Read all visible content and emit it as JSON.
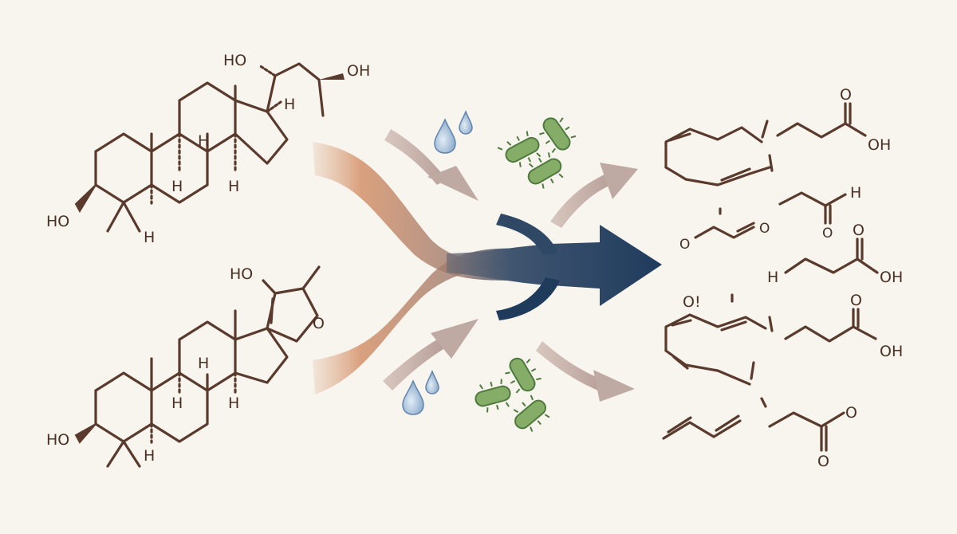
{
  "colors": {
    "background": "#f8f5ee",
    "bond": "#5a3a2c",
    "flow_orange": "#c9774a",
    "flow_navy": "#1f3b5c",
    "side_arrow": "#bfa9a3",
    "water": "#7ea0c4",
    "bacteria": "#7fa663"
  },
  "left_top": {
    "ho_ring": "HO",
    "ho_side1": "HO",
    "oh_side2": "OH",
    "h_side": "H",
    "h_b": "H",
    "h_c": "H",
    "h_d": "H",
    "h_e": "H"
  },
  "left_bottom": {
    "ho_ring": "HO",
    "ho_furan": "HO",
    "o_furan": "O",
    "h_b": "H",
    "h_c": "H",
    "h_d": "H",
    "h_e": "H"
  },
  "products": {
    "p1_o": "O",
    "p1_oh": "OH",
    "p2_h": "H",
    "p2_o": "O",
    "p3_o1": "O",
    "p3_o2": "O",
    "p4_h": "H",
    "p4_o": "O",
    "p4_oh": "OH",
    "p5_o": "O!",
    "p6_o": "O",
    "p6_oh": "OH",
    "p7_o1": "O",
    "p7_o2": "O"
  },
  "icons": [
    "water-drop-icon",
    "bacteria-icon"
  ]
}
